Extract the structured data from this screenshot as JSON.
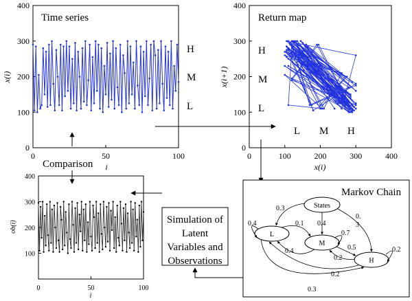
{
  "colors": {
    "blue": "#2233dd",
    "gray": "#333333",
    "black": "#000000"
  },
  "time_series": {
    "title": "Time series",
    "ylabel": "x(i)",
    "xlabel": "i",
    "xticks": [
      "0",
      "50",
      "100"
    ],
    "yticks": [
      "0",
      "100",
      "200",
      "300",
      "400"
    ],
    "levels": [
      "H",
      "M",
      "L"
    ]
  },
  "return_map": {
    "title": "Return map",
    "ylabel": "x(i+1)",
    "xlabel": "x(i)",
    "xticks": [
      "0",
      "100",
      "200",
      "300",
      "400"
    ],
    "yticks": [
      "0",
      "100",
      "200",
      "300",
      "400"
    ],
    "ylevels": [
      "H",
      "M",
      "L"
    ],
    "xlevels": [
      "L",
      "M",
      "H"
    ]
  },
  "comparison": {
    "label": "Comparison"
  },
  "observation_plot": {
    "ylabel": "ob(i)",
    "xlabel": "i",
    "xticks": [
      "0",
      "50",
      "100"
    ],
    "yticks": [
      "100",
      "200",
      "300",
      "400"
    ]
  },
  "simulation": {
    "lines": [
      "Simulation of",
      "Latent",
      "Variables and",
      "Observations"
    ]
  },
  "markov": {
    "title": "Markov Chain",
    "nodes": {
      "states": "States",
      "L": "L",
      "M": "M",
      "H": "H"
    },
    "probs": {
      "s_L": "0.3",
      "s_M": "0.4",
      "s_H_a": "0.",
      "s_H_b": "3",
      "L_self": "0.4",
      "L_M": "0.1",
      "M_self": "0.7",
      "M_L": "0.4",
      "M_H": "0.5",
      "H_self": "0.2",
      "H_M": "0.2",
      "H_L": "0.2",
      "L_H": "0.3"
    }
  },
  "chart_data": [
    {
      "type": "line",
      "title": "Time series",
      "xlabel": "i",
      "ylabel": "x(i)",
      "xlim": [
        0,
        100
      ],
      "ylim": [
        0,
        400
      ],
      "grid": false,
      "x": [
        0,
        1,
        2,
        3,
        4,
        5,
        6,
        7,
        8,
        9,
        10,
        11,
        12,
        13,
        14,
        15,
        16,
        17,
        18,
        19,
        20,
        21,
        22,
        23,
        24,
        25,
        26,
        27,
        28,
        29,
        30,
        31,
        32,
        33,
        34,
        35,
        36,
        37,
        38,
        39,
        40,
        41,
        42,
        43,
        44,
        45,
        46,
        47,
        48,
        49,
        50,
        51,
        52,
        53,
        54,
        55,
        56,
        57,
        58,
        59,
        60,
        61,
        62,
        63,
        64,
        65,
        66,
        67,
        68,
        69,
        70,
        71,
        72,
        73,
        74,
        75,
        76,
        77,
        78,
        79,
        80,
        81,
        82,
        83,
        84,
        85,
        86,
        87,
        88,
        89,
        90,
        91,
        92,
        93,
        94,
        95,
        96,
        97,
        98,
        99,
        100
      ],
      "values": [
        290,
        105,
        285,
        100,
        205,
        110,
        120,
        280,
        150,
        270,
        115,
        290,
        120,
        300,
        180,
        105,
        275,
        200,
        120,
        290,
        105,
        285,
        145,
        300,
        160,
        285,
        110,
        250,
        125,
        295,
        105,
        270,
        200,
        110,
        280,
        130,
        300,
        120,
        190,
        290,
        105,
        255,
        125,
        300,
        160,
        290,
        110,
        280,
        100,
        230,
        150,
        295,
        115,
        265,
        135,
        300,
        110,
        280,
        170,
        120,
        290,
        100,
        260,
        210,
        110,
        300,
        125,
        285,
        150,
        240,
        110,
        300,
        175,
        120,
        285,
        100,
        270,
        145,
        300,
        120,
        195,
        290,
        105,
        300,
        260,
        110,
        275,
        125,
        300,
        180,
        105,
        285,
        140,
        270,
        120,
        300,
        110,
        230,
        160,
        290,
        185
      ]
    },
    {
      "type": "scatter",
      "title": "Return map",
      "xlabel": "x(i)",
      "ylabel": "x(i+1)",
      "xlim": [
        0,
        400
      ],
      "ylim": [
        0,
        400
      ],
      "grid": false,
      "note": "points (x(i), x(i+1)) from the time series, connected in order"
    },
    {
      "type": "line",
      "xlabel": "i",
      "ylabel": "ob(i)",
      "xlim": [
        0,
        100
      ],
      "ylim": [
        0,
        400
      ],
      "grid": false,
      "x": [
        0,
        1,
        2,
        3,
        4,
        5,
        6,
        7,
        8,
        9,
        10,
        11,
        12,
        13,
        14,
        15,
        16,
        17,
        18,
        19,
        20,
        21,
        22,
        23,
        24,
        25,
        26,
        27,
        28,
        29,
        30,
        31,
        32,
        33,
        34,
        35,
        36,
        37,
        38,
        39,
        40,
        41,
        42,
        43,
        44,
        45,
        46,
        47,
        48,
        49,
        50,
        51,
        52,
        53,
        54,
        55,
        56,
        57,
        58,
        59,
        60,
        61,
        62,
        63,
        64,
        65,
        66,
        67,
        68,
        69,
        70,
        71,
        72,
        73,
        74,
        75,
        76,
        77,
        78,
        79,
        80,
        81,
        82,
        83,
        84,
        85,
        86,
        87,
        88,
        89,
        90,
        91,
        92,
        93,
        94,
        95,
        96,
        97,
        98,
        99,
        100
      ],
      "values": [
        295,
        110,
        280,
        160,
        300,
        105,
        245,
        130,
        290,
        170,
        110,
        300,
        140,
        270,
        105,
        285,
        200,
        120,
        295,
        150,
        105,
        280,
        230,
        115,
        300,
        130,
        260,
        180,
        100,
        290,
        155,
        120,
        300,
        210,
        105,
        275,
        140,
        295,
        115,
        250,
        185,
        300,
        110,
        270,
        150,
        290,
        105,
        220,
        135,
        300,
        165,
        110,
        285,
        240,
        120,
        300,
        140,
        255,
        105,
        290,
        175,
        115,
        300,
        200,
        125,
        280,
        145,
        295,
        110,
        265,
        190,
        300,
        120,
        240,
        105,
        285,
        160,
        130,
        300,
        215,
        110,
        275,
        150,
        290,
        105,
        255,
        180,
        120,
        300,
        140,
        270,
        110,
        295,
        165,
        230,
        105,
        285,
        125,
        300,
        150,
        260
      ]
    }
  ]
}
